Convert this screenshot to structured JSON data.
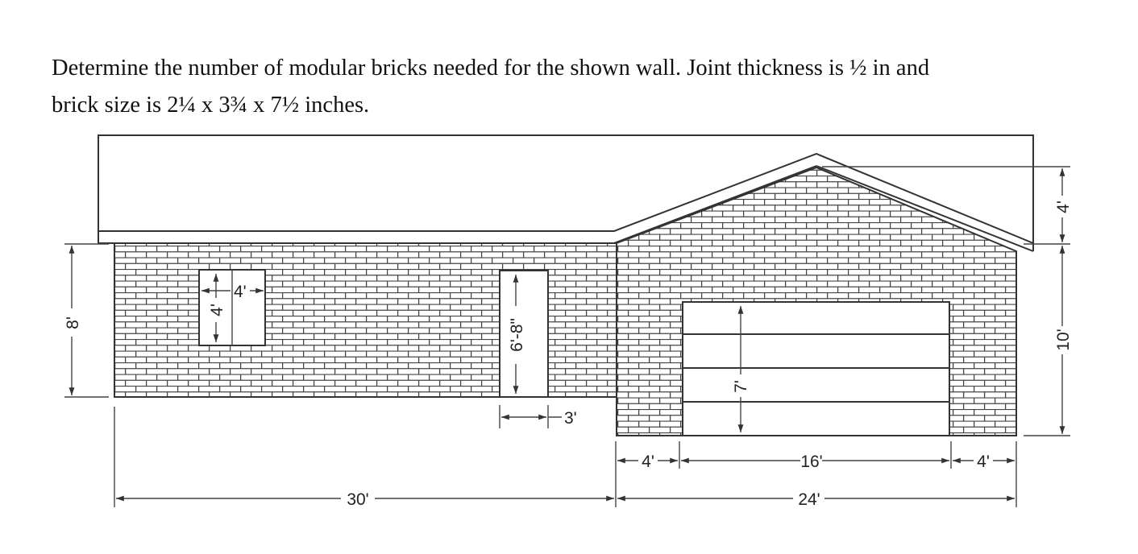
{
  "problem": {
    "line1": "Determine the number of modular bricks needed for the shown wall. Joint thickness is ½ in and",
    "line2": "brick size is 2¼ x 3¾ x 7½ inches."
  },
  "drawing": {
    "left_wall": {
      "height_label": "8'",
      "length_label": "30'",
      "window": {
        "width_label": "4'",
        "height_label": "4'"
      },
      "door": {
        "height_label": "6'-8\"",
        "width_label": "3'"
      }
    },
    "garage_wall": {
      "height_label": "10'",
      "gable_height_label": "4'",
      "length_label": "24'",
      "left_pier_label": "4'",
      "door_width_label": "16'",
      "right_pier_label": "4'",
      "garage_door_height_label": "7'"
    },
    "colors": {
      "line": "#333333",
      "brick_fill": "#ffffff",
      "background": "#ffffff"
    }
  }
}
